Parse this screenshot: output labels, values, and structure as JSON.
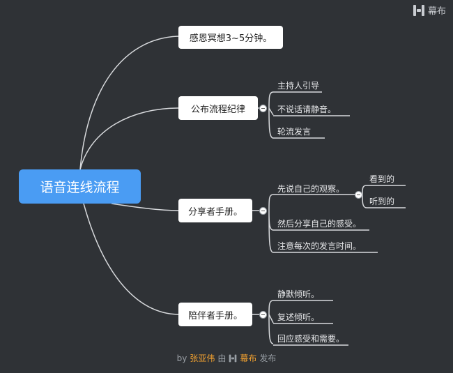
{
  "brand": {
    "label": "幕布"
  },
  "center": {
    "label": "语音连线流程"
  },
  "topics": [
    {
      "label": "感恩冥想3~5分钟。",
      "children": []
    },
    {
      "label": "公布流程纪律",
      "children": [
        "主持人引导",
        "不说话请静音。",
        "轮流发言"
      ]
    },
    {
      "label": "分享者手册。",
      "children": [
        "先说自己的观察。",
        "然后分享自己的感受。",
        "注意每次的发言时间。"
      ],
      "grandchildren": [
        "看到的",
        "听到的"
      ]
    },
    {
      "label": "陪伴者手册。",
      "children": [
        "静默倾听。",
        "复述倾听。",
        "回应感受和需要。"
      ]
    }
  ],
  "footer": {
    "by": "by",
    "author": "张亚伟",
    "via": "由",
    "brandname": "幕布",
    "publish": "发布"
  }
}
